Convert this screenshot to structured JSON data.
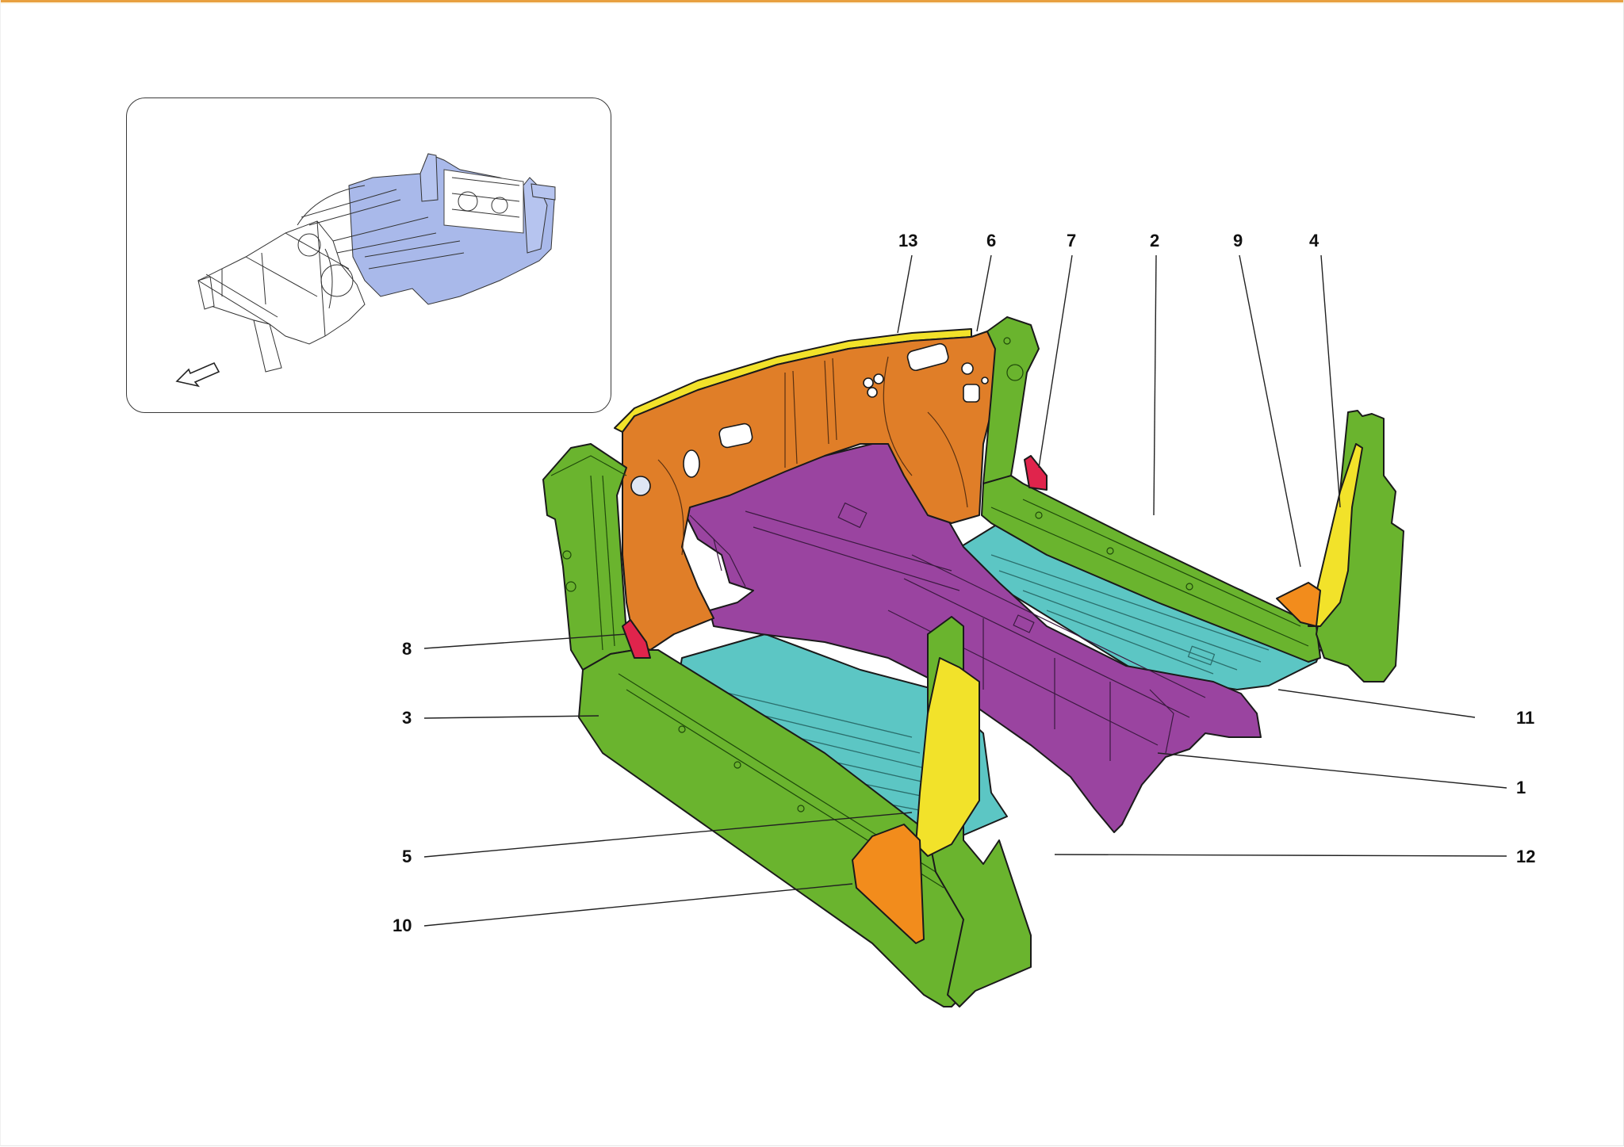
{
  "page": {
    "accent_color": "#e8a040",
    "background": "#ffffff"
  },
  "inset": {
    "description": "orientation-overview",
    "highlight_color": "#a8b8e8",
    "arrow": "direction-arrow-down-left"
  },
  "colors": {
    "green": "#6ab42e",
    "orange": "#e07e28",
    "purple": "#9a44a0",
    "cyan": "#5cc6c4",
    "yellow": "#f2e22a",
    "red": "#e0244c",
    "orange_bracket": "#f28c1c"
  },
  "callouts": [
    {
      "id": "13",
      "label": "13"
    },
    {
      "id": "6",
      "label": "6"
    },
    {
      "id": "7",
      "label": "7"
    },
    {
      "id": "2",
      "label": "2"
    },
    {
      "id": "9",
      "label": "9"
    },
    {
      "id": "4",
      "label": "4"
    },
    {
      "id": "8",
      "label": "8"
    },
    {
      "id": "3",
      "label": "3"
    },
    {
      "id": "5",
      "label": "5"
    },
    {
      "id": "10",
      "label": "10"
    },
    {
      "id": "11",
      "label": "11"
    },
    {
      "id": "1",
      "label": "1"
    },
    {
      "id": "12",
      "label": "12"
    }
  ]
}
